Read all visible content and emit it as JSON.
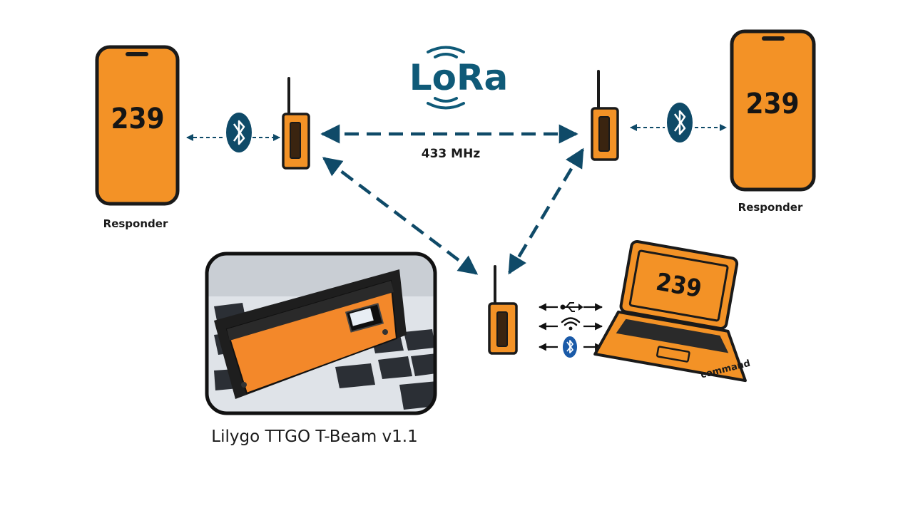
{
  "logo": {
    "text": "LoRa"
  },
  "link": {
    "frequency": "433 MHz"
  },
  "left_phone": {
    "display": "239",
    "label": "Responder"
  },
  "right_phone": {
    "display": "239",
    "label": "Responder"
  },
  "laptop": {
    "display": "239",
    "label": "command"
  },
  "photo": {
    "caption": "Lilygo TTGO T-Beam v1.1"
  },
  "connections": [
    "usb-icon",
    "wifi-icon",
    "bluetooth-icon"
  ],
  "colors": {
    "device_orange": "#f39226",
    "link_blue": "#0f4a68",
    "outline": "#1a1a1a"
  }
}
